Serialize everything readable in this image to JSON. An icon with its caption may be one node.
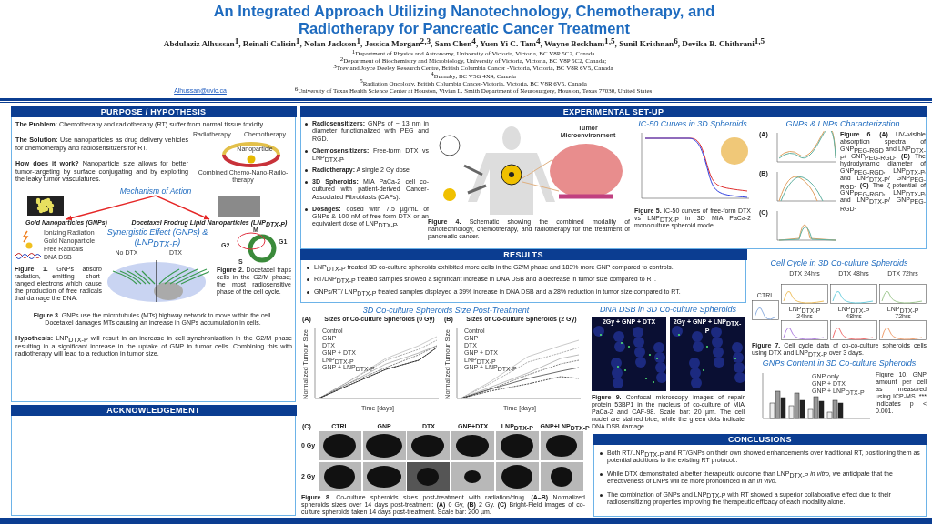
{
  "diagram": {
    "title": "An Integrated Approach Utilizing Nanotechnology, Chemotherapy, and Radiotherapy for Pancreatic Cancer Treatment",
    "nodes": [
      {
        "text": [
          "PURPOSE / HYPOTHESIS"
        ]
      },
      {
        "text": [
          "Mechanism of Action"
        ],
        "in": 0
      },
      {
        "text": [
          "Gold Nanoparticles (GNPs)"
        ],
        "in": 0
      },
      {
        "text": [
          "Docetaxel Prodrug Lipid Nanoparticles (LNP$_{DTX-P}$)"
        ],
        "in": 0
      },
      {
        "text": [
          "ACKNOWLEDGEMENT"
        ]
      },
      {
        "text": [
          "EXPERIMENTAL SET-UP"
        ]
      },
      {
        "text": [
          "RESULTS"
        ]
      },
      {
        "text": [
          "CONCLUSIONS"
        ]
      }
    ],
    "edges": [
      {
        "from": 1,
        "to": 2,
        "arrow": "to"
      },
      {
        "from": 1,
        "to": 3,
        "arrow": "to"
      }
    ],
    "labels": [
      "Abdulaziz Alhussan$^{1}$, Reinali Calisin$^{1}$, Nolan Jackson$^{1}$, Jessica Morgan$^{2,3}$, Sam Chen$^{4}$, Yuen Yi C. Tam$^{4}$, Wayne Beckham$^{1,5}$, Sunil Krishnan$^{6}$, Devika B. Chithrani$^{1,5}$",
      "$^{1}$Department of Physics and Astronomy, University of Victoria, Victoria, BC V8P 5C2, Canada",
      "$^{2}$Department of Biochemistry and Microbiology, University of Victoria, Victoria, BC V8P 5C2, Canada;",
      "$^{3}$Trev and Joyce Deeley Research Centre, British Columbia Cancer -Victoria, Victoria, BC V8R 6V5, Canada",
      "$^{4}$Burnaby, BC V5G 4X4, Canada",
      "$^{5}$Radiation Oncology, British Columbia Cancer-Victoria, Victoria, BC V8R 6V5, Canada",
      "Alhussan@uvic.ca",
      "$^{6}$University of Texas Health Science Center at Houston, Vivian L. Smith Department of Neurosurgery, Houston, Texas 77030, United States",
      "**The Problem:** Chemotherapy and radiotherapy (RT) suffer from normal tissue toxicity.",
      "Radiotherapy",
      "Chemotherapy",
      "**The Solution:** Use nanoparticles as drug delivery vehicles for chemotherapy and radiosensitizers for RT.",
      "Nanoparticle",
      "**How does it work?** Nanoparticle size allows for better tumor-targeting by surface conjugating and by exploiting the leaky tumor vasculatures.",
      "Combined Chemo-Nano-Radio-therapy",
      "Ionizing Radiation",
      "Gold Nanoparticle",
      "Free Radicals",
      "DNA DSB",
      "**Figure 1.** GNPs absorb radiation, emitting short-ranged electrons which cause the production of free radicals that damage the DNA.",
      "Synergistic Effect (GNPs) & (LNP$_{DTX-P}$)",
      "M",
      "G1",
      "G2",
      "S",
      "No DTX",
      "DTX",
      "**Figure 2.** Docetaxel traps cells in the G2/M phase; the most radiosensitive phase of the cell cycle.",
      "**Figure 3.** GNPs use the microtubules (MTs) highway network to move within the cell. Docetaxel damages MTs causing an increase in GNPs accumulation in cells.",
      "**Hypothesis:** LNP$_{DTX-P}$ will result in an increase in cell synchronization in the G2/M phase resulting in a significant increase in the uptake of GNP in tumor cells. Combining this with radiotherapy will lead to a reduction in tumor size.",
      "**Radiosensitizers:** GNPs of ~ 13 nm in diameter functionalized with PEG and RGD.",
      "**Chemosensitizers:** Free-form DTX vs LNP$_{DTX-P}$.",
      "**Radiotherapy:** A single 2 Gy dose",
      "**3D Spheroids:** MIA PaCa-2 cell co-cultured with patient-derived Cancer-Associated Fibroblasts (CAFs).",
      "**Dosages:** dosed with 7.5 µg/mL of GNPs & 100 nM of free-form DTX or an equivalent dose of LNP$_{DTX-P}$.",
      "Tumor Microenvironment",
      "**Figure 4.** Schematic showing the combined modality of nanotechnology, chemotherapy, and radiotherapy for the treatment of pancreatic cancer.",
      "IC-50 Curves in 3D Spheroids",
      "**Figure 5.** IC-50 curves of free-form DTX vs LNP$_{DTX-P}$ in 3D MIA PaCa-2 monoculture spheroid model.",
      "GNPs & LNPs Characterization",
      "(A)",
      "(B)",
      "(C)",
      "**Figure 6.** **(A)** UV–visible absorption spectra of GNP$_{PEG-RGD}$ and LNP$_{DTX-P}$/ GNP$_{PEG-RGD}$. **(B)** The hydrodynamic diameter of GNP$_{PEG-RGD}$, LNP$_{DTX-P}$, and LNP$_{DTX-P}$/ GNP$_{PEG-RGD}$. **(C)** The ζ-potential of GNP$_{PEG-RGD}$, LNP$_{DTX-P}$, and LNP$_{DTX-P}$/ GNP$_{PEG-RGD}$.",
      "LNP$_{DTX-P}$ treated 3D co-culture spheroids exhibited more cells in the G2/M phase and 183% more GNP compared to controls.",
      "RT/LNP$_{DTX-P}$ treated samples showed a significant increase in DNA DSB and a decrease in tumor size compared to RT.",
      "GNPs/RT/ LNP$_{DTX-P}$ treated samples displayed a 39% increase in DNA DSB and a 28% reduction in tumor size compared to RT.",
      "3D Co-culture Spheroids Size Post-Treatment",
      "(A)",
      "Sizes of Co-culture Spheroids (0 Gy)",
      "(B)",
      "Sizes of Co-culture Spheroids (2 Gy)",
      "Control",
      "GNP",
      "DTX",
      "GNP + DTX",
      "LNP$_{DTX-P}$",
      "GNP + LNP$_{DTX-P}$",
      "Normalized Tumour Size",
      "Control",
      "GNP",
      "DTX",
      "GNP + DTX",
      "LNP$_{DTX-P}$",
      "GNP + LNP$_{DTX-P}$",
      "Normalized Tumour Size",
      "Time [days]",
      "Time [days]",
      "(C)",
      "CTRL",
      "GNP",
      "DTX",
      "GNP+DTX",
      "LNP$_{DTX-P}$",
      "GNP+LNP$_{DTX-P}$",
      "0 Gy",
      "2 Gy",
      "**Figure 8.** Co-culture spheroids sizes post-treatment with radiation/drug. **(A–B)** Normalized spheroids sizes over 14 days post-treatment: **(A)** 0 Gy, **(B)** 2 Gy. **(C)** Bright-Field images of co-culture spheroids taken 14 days post-treatment. Scale bar: 200 µm.",
      "DNA DSB in 3D Co-culture Spheroids",
      "2Gy + GNP + DTX",
      "2Gy + GNP + LNP$_{DTX-P}$",
      "**Figure 9.** Confocal microscopy images of repair protein 53BP1 in the nucleus of co-culture of MIA PaCa-2 and CAF-98. Scale bar: 20 µm. The cell nuclei are stained blue, while the green dots indicate DNA DSB damage.",
      "Cell Cycle in 3D Co-culture Spheroids",
      "DTX 24hrs",
      "DTX 48hrs",
      "DTX 72hrs",
      "CTRL",
      "LNP$_{DTX-P}$ 24hrs",
      "LNP$_{DTX-P}$ 48hrs",
      "LNP$_{DTX-P}$ 72hrs",
      "**Figure 7.** Cell cycle data of co-co-culture spheroids cells using DTX and LNP$_{DTX-P}$ over 3 days.",
      "GNPs Content in 3D Co-culture Spheroids",
      "GNP only",
      "GNP + DTX",
      "GNP + LNP$_{DTX-P}$",
      "Figure 10. GNP amount per cell as measured using ICP-MS. *** indicates p < 0.001.",
      "Both RT/LNP$_{DTX-P}$ and RT/GNPs on their own showed enhancements over traditional RT, positioning them as potential additions to the existing RT protocol..",
      "While DTX demonstrated a better therapeutic outcome than LNP$_{DTX-P}$ *in vitro*, we anticipate that the effectiveness of LNPs will be more pronounced in an *in vivo*.",
      "The combination of GNPs and LNP$_{DTX-P}$ with RT showed a superior collaborative effect due to their radiosensitizing properties improving the therapeutic efficacy of each modality alone."
    ]
  }
}
